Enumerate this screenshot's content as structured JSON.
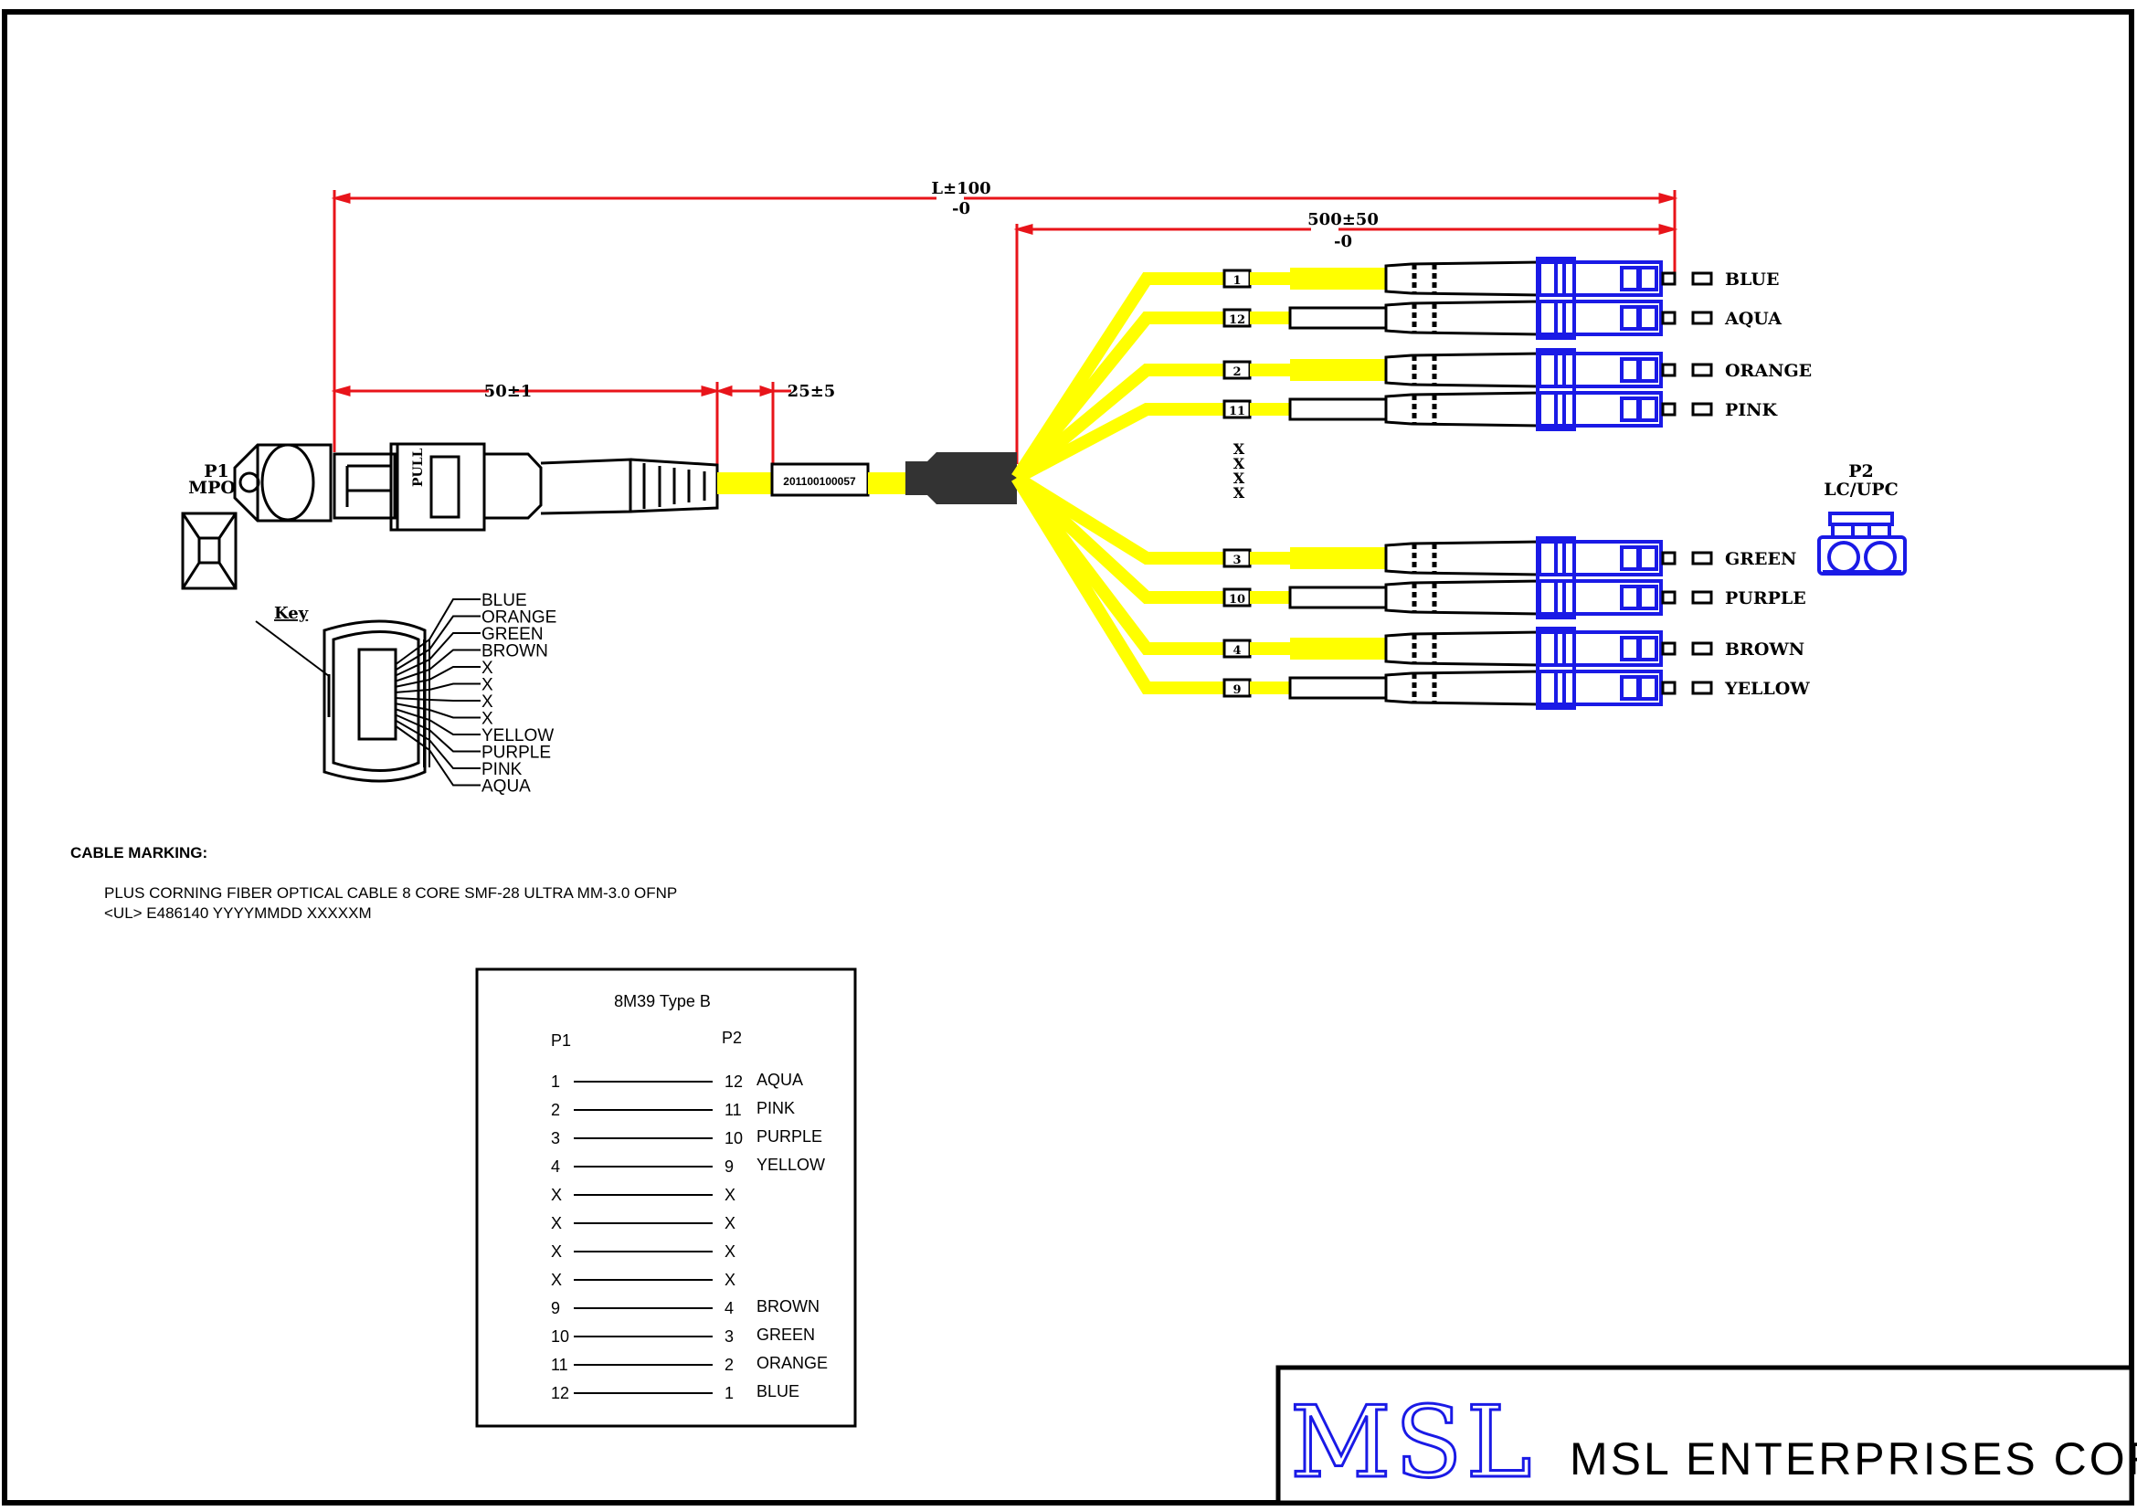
{
  "colors": {
    "dimension": "#e8141a",
    "fiber": "#ffff00",
    "lc_connector": "#1a1ae6",
    "breakout_boot": "#333333",
    "line": "#000000",
    "logo": "#1a1ae6"
  },
  "dimensions": {
    "overall_main": "L±100",
    "overall_sub": "-0",
    "breakout_main": "500±50",
    "breakout_sub": "-0",
    "boot_length": "50±1",
    "label_offset": "25±5"
  },
  "cable_label": "201100100057",
  "p1": {
    "name": "P1",
    "type": "MPO"
  },
  "p2": {
    "name": "P2",
    "type": "LC/UPC"
  },
  "mpo_key_label": "Key",
  "mpo_fiber_order": [
    "BLUE",
    "ORANGE",
    "GREEN",
    "BROWN",
    "X",
    "X",
    "X",
    "X",
    "YELLOW",
    "PURPLE",
    "PINK",
    "AQUA"
  ],
  "breakout_legs": [
    {
      "tag": "1",
      "color": "BLUE"
    },
    {
      "tag": "12",
      "color": "AQUA"
    },
    {
      "tag": "2",
      "color": "ORANGE"
    },
    {
      "tag": "11",
      "color": "PINK"
    },
    {
      "tag": "3",
      "color": "GREEN"
    },
    {
      "tag": "10",
      "color": "PURPLE"
    },
    {
      "tag": "4",
      "color": "BROWN"
    },
    {
      "tag": "9",
      "color": "YELLOW"
    }
  ],
  "unused_marker": "XXXX",
  "cable_marking": {
    "heading": "CABLE MARKING:",
    "line1": "PLUS CORNING FIBER OPTICAL CABLE 8 CORE SMF-28 ULTRA MM-3.0 OFNP",
    "line2": "<UL> E486140 YYYYMMDD XXXXXM"
  },
  "pinout_table": {
    "title": "8M39 Type B",
    "col_p1": "P1",
    "col_p2": "P2",
    "rows": [
      {
        "p1": "1",
        "p2": "12",
        "color": "AQUA"
      },
      {
        "p1": "2",
        "p2": "11",
        "color": "PINK"
      },
      {
        "p1": "3",
        "p2": "10",
        "color": "PURPLE"
      },
      {
        "p1": "4",
        "p2": "9",
        "color": "YELLOW"
      },
      {
        "p1": "X",
        "p2": "X",
        "color": ""
      },
      {
        "p1": "X",
        "p2": "X",
        "color": ""
      },
      {
        "p1": "X",
        "p2": "X",
        "color": ""
      },
      {
        "p1": "X",
        "p2": "X",
        "color": ""
      },
      {
        "p1": "9",
        "p2": "4",
        "color": "BROWN"
      },
      {
        "p1": "10",
        "p2": "3",
        "color": "GREEN"
      },
      {
        "p1": "11",
        "p2": "2",
        "color": "ORANGE"
      },
      {
        "p1": "12",
        "p2": "1",
        "color": "BLUE"
      }
    ]
  },
  "title_block": {
    "logo": "MSL",
    "company": "MSL ENTERPRISES CORP."
  }
}
